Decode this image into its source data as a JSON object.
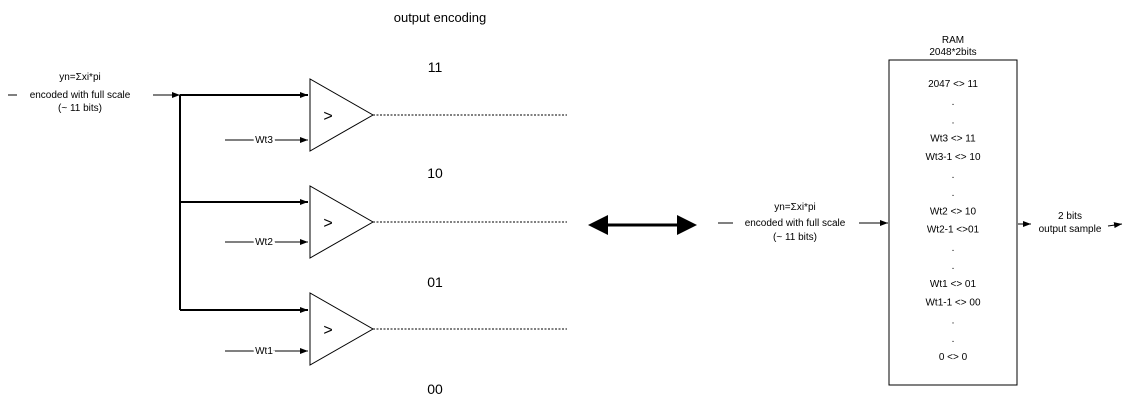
{
  "diagram": {
    "title": "output encoding",
    "comparator_input": {
      "line1": "yn=Σxi*pi",
      "line2": "encoded with  full scale",
      "line3": "(~ 11 bits)"
    },
    "encodings": {
      "top": "11",
      "upper_mid": "10",
      "lower_mid": "01",
      "bottom": "00"
    },
    "comparators": [
      {
        "symbol": ">",
        "threshold": "Wt3"
      },
      {
        "symbol": ">",
        "threshold": "Wt2"
      },
      {
        "symbol": ">",
        "threshold": "Wt1"
      }
    ],
    "ram": {
      "title": "RAM",
      "size": "2048*2bits",
      "input": {
        "line1": "yn=Σxi*pi",
        "line2": "encoded with  full scale",
        "line3": "(~ 11 bits)"
      },
      "output": {
        "line1": "2 bits",
        "line2": "output sample"
      },
      "entries": [
        "2047 <> 11",
        ".",
        ".",
        "Wt3 <> 11",
        "Wt3-1 <> 10",
        ".",
        ".",
        "Wt2 <> 10",
        "Wt2-1 <>01",
        ".",
        ".",
        "Wt1 <> 01",
        "Wt1-1 <> 00",
        ".",
        ".",
        "0 <> 0"
      ]
    }
  }
}
